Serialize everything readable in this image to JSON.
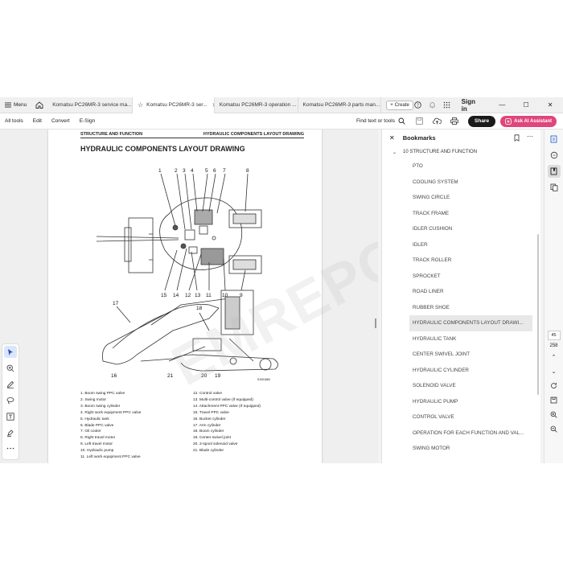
{
  "tabbar": {
    "menu_label": "Menu",
    "tabs": [
      {
        "label": "Komatsu PC26MR-3 service ma..."
      },
      {
        "label": "Komatsu PC26MR-3 ser..."
      },
      {
        "label": "Komatsu PC26MR-3 operation ..."
      },
      {
        "label": "Komatsu PC26MR-3 parts man..."
      }
    ],
    "create_label": "Create",
    "signin_label": "Sign in",
    "window_min": "—",
    "window_max": "☐",
    "window_close": "✕"
  },
  "toolbar": {
    "items": [
      "All tools",
      "Edit",
      "Convert",
      "E-Sign"
    ],
    "find_label": "Find text or tools",
    "share_label": "Share",
    "ai_label": "Ask AI Assistant"
  },
  "document": {
    "header_left": "STRUCTURE AND FUNCTION",
    "header_right": "HYDRAULIC COMPONENTS LAYOUT DRAWING",
    "title": "HYDRAULIC COMPONENTS LAYOUT DRAWING",
    "top_numbers": [
      "1",
      "2",
      "3",
      "4",
      "5",
      "6",
      "7",
      "8"
    ],
    "bottom_numbers": [
      "15",
      "14",
      "12",
      "13",
      "11",
      "10",
      "9"
    ],
    "side_numbers": [
      "17",
      "18",
      "16",
      "21",
      "20",
      "19"
    ],
    "figure_code": "SJ001860",
    "legend_left": [
      "1.  Boom swing PPC valve",
      "2.  Swing motor",
      "3.  Boom swing cylinder",
      "4.  Right work equipment PPC valve",
      "5.  Hydraulic tank",
      "6.  Blade PPC valve",
      "7.  Oil cooler",
      "8.  Right travel motor",
      "9.  Left travel motor",
      "10. Hydraulic pump",
      "11. Left work equipment PPC valve"
    ],
    "legend_right": [
      "12. Control valve",
      "13. Multi-control valve (If equipped)",
      "14. Attachment PPC valve (If equipped)",
      "15. Travel PPC valve",
      "16. Bucket cylinder",
      "17. Arm cylinder",
      "18. Boom cylinder",
      "19. Center swivel joint",
      "20. 2-spool solenoid valve",
      "21. Blade cylinder"
    ],
    "watermark": "EMREPO.COM"
  },
  "bookmarks": {
    "title": "Bookmarks",
    "parent": "10 STRUCTURE AND FUNCTION",
    "items": [
      "PTO",
      "COOLING SYSTEM",
      "SWING CIRCLE",
      "TRACK FRAME",
      "IDLER CUSHION",
      "IDLER",
      "TRACK ROLLER",
      "SPROCKET",
      "ROAD LINER",
      "RUBBER SHOE",
      "HYDRAULIC COMPONENTS LAYOUT DRAWI...",
      "HYDRAULIC TANK",
      "CENTER SWIVEL JOINT",
      "HYDRAULIC CYLINDER",
      "SOLENOID VALVE",
      "HYDRAULIC PUMP",
      "CONTROL VALVE",
      "OPERATION FOR EACH FUNCTION AND VAL...",
      "SWING MOTOR"
    ],
    "selected_index": 10
  },
  "rail": {
    "current_page": "45",
    "total_pages": "258"
  }
}
